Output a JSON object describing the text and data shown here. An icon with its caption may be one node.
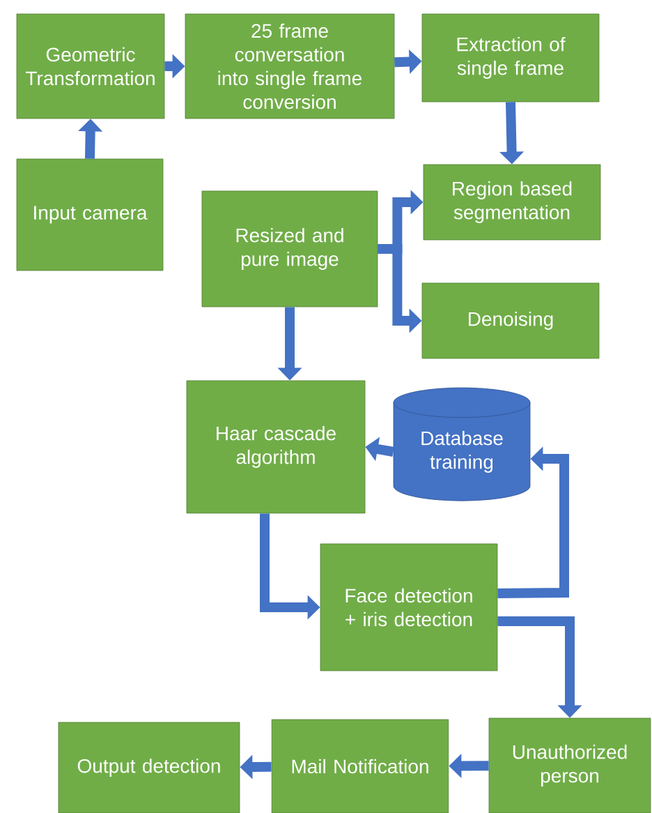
{
  "diagram": {
    "nodes": [
      {
        "text": [
          "Geometric Transformation"
        ]
      },
      {
        "text": [
          "25 frame conversation into single frame conversion"
        ]
      },
      {
        "text": [
          "Extraction of single frame"
        ]
      },
      {
        "text": [
          "Input camera"
        ]
      },
      {
        "text": [
          "Region based segmentation"
        ]
      },
      {
        "text": [
          "Resized and pure image"
        ]
      },
      {
        "text": [
          "Denoising"
        ]
      },
      {
        "text": [
          "Haar cascade algorithm"
        ]
      },
      {
        "text": [
          "Database training"
        ]
      },
      {
        "text": [
          "Face detection + iris detection"
        ]
      },
      {
        "text": [
          "Unauthorized person"
        ]
      },
      {
        "text": [
          "Mail Notification"
        ]
      },
      {
        "text": [
          "Output detection"
        ]
      }
    ],
    "edges": [
      {
        "from": 3,
        "to": 0,
        "arrow": "to"
      },
      {
        "from": 0,
        "to": 1,
        "arrow": "to"
      },
      {
        "from": 1,
        "to": 2,
        "arrow": "to"
      },
      {
        "from": 2,
        "to": 4,
        "arrow": "to"
      },
      {
        "from": 5,
        "to": 4,
        "arrow": "to"
      },
      {
        "from": 5,
        "to": 6,
        "arrow": "to"
      },
      {
        "from": 5,
        "to": 7,
        "arrow": "to"
      },
      {
        "from": 8,
        "to": 7,
        "arrow": "to"
      },
      {
        "from": 7,
        "to": 9,
        "arrow": "to"
      },
      {
        "from": 9,
        "to": 8,
        "arrow": "to"
      },
      {
        "from": 9,
        "to": 10,
        "arrow": "to"
      },
      {
        "from": 10,
        "to": 11,
        "arrow": "to"
      },
      {
        "from": 11,
        "to": 12,
        "arrow": "to"
      }
    ]
  }
}
